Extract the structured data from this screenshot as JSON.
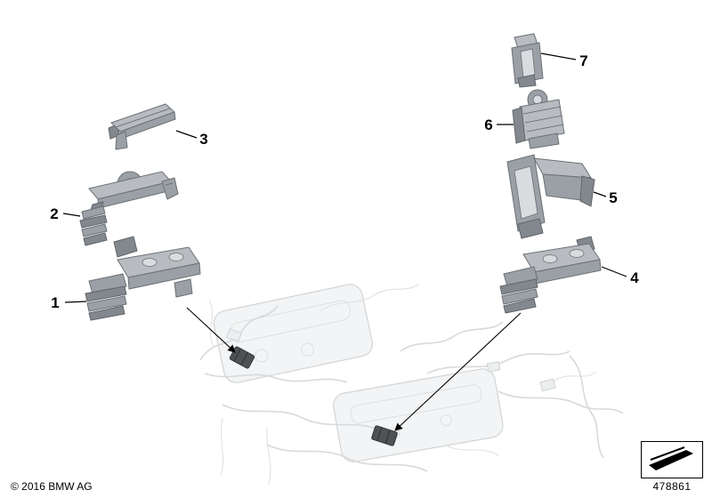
{
  "diagram": {
    "callouts": [
      {
        "label": "1"
      },
      {
        "label": "2"
      },
      {
        "label": "3"
      },
      {
        "label": "4"
      },
      {
        "label": "5"
      },
      {
        "label": "6"
      },
      {
        "label": "7"
      }
    ]
  },
  "footer": {
    "copyright": "© 2016 BMW AG",
    "diagram_number": "478861"
  },
  "icons": {
    "stamp": "wedge-bracket-icon"
  },
  "colors": {
    "background": "#ffffff",
    "part_gray": "#9aa0a5",
    "ghost_gray": "#d7d9db",
    "highlight_connector": "#4e5255",
    "line": "#000000"
  }
}
